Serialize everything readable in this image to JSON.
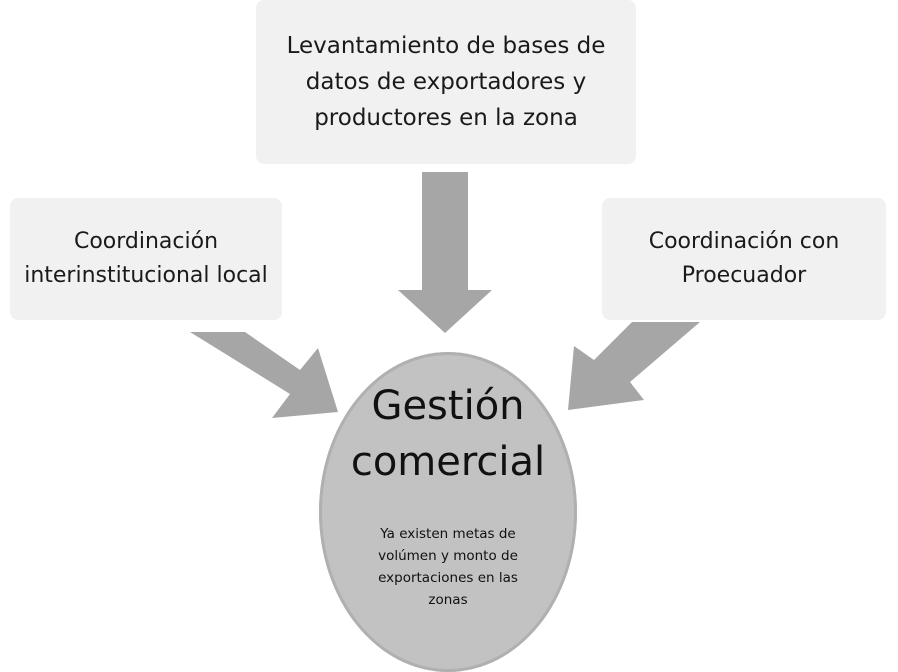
{
  "top_box": {
    "lines": [
      "Levantamiento de bases de",
      "datos de exportadores y",
      "productores en la zona"
    ]
  },
  "left_box": {
    "lines": [
      "Coordinación",
      "interinstitucional local"
    ]
  },
  "right_box": {
    "lines": [
      "Coordinación con",
      "Proecuador"
    ]
  },
  "center": {
    "title_lines": [
      "Gestión",
      "comercial"
    ],
    "subtitle_lines": [
      "Ya existen metas de",
      "volúmen y monto de",
      "exportaciones en las",
      "zonas"
    ]
  },
  "colors": {
    "box_fill": "#f1f1f1",
    "arrow_fill": "#a6a6a6",
    "circle_fill": "#c2c2c2"
  }
}
